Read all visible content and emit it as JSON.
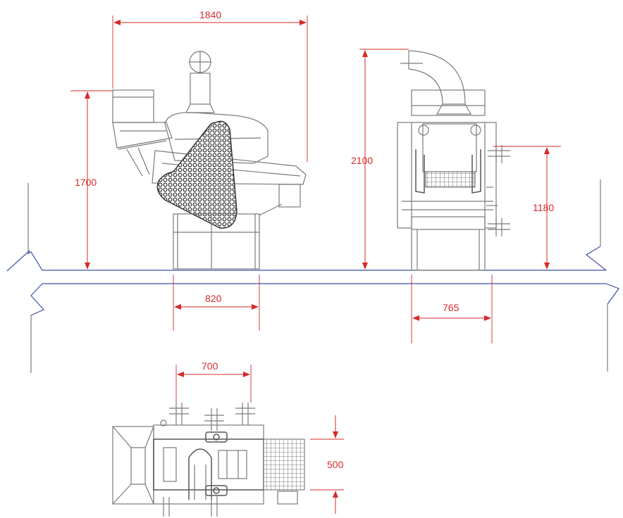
{
  "colors": {
    "dimension": "#d72a2a",
    "outline": "#7a7a7a",
    "floor": "#3e4fa8",
    "mesh": "#333333"
  },
  "dimensions": {
    "side_length": "1840",
    "side_height": "1700",
    "side_base_width": "820",
    "end_height": "2100",
    "end_inlet_height": "1180",
    "end_base_width": "765",
    "plan_bolt_spacing": "700",
    "plan_depth": "500"
  }
}
